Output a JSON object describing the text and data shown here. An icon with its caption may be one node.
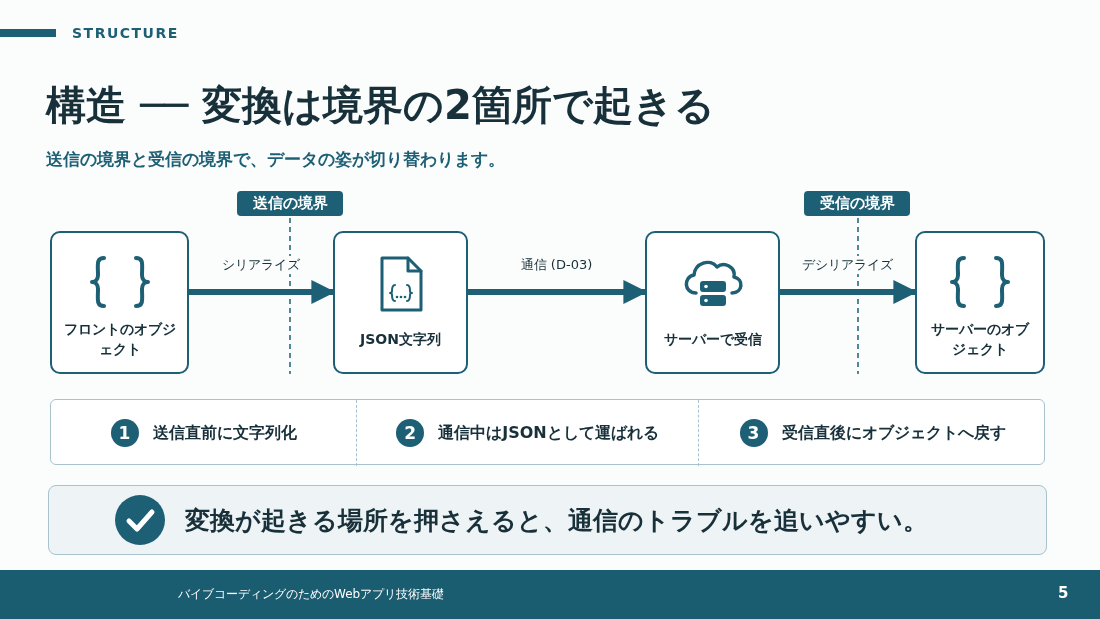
{
  "diagram": {
    "title": "構造 ── 変換は境界の2箇所で起きる",
    "nodes": [
      {
        "text": [
          "フロントのオブジェクト"
        ]
      },
      {
        "text": [
          "JSON文字列"
        ]
      },
      {
        "text": [
          "サーバーで受信"
        ]
      },
      {
        "text": [
          "サーバーのオブジェクト"
        ]
      },
      {
        "text": [
          "送信の境界"
        ]
      },
      {
        "text": [
          "受信の境界"
        ]
      },
      {
        "text": [],
        "shape": "box"
      },
      {
        "text": [
          "1",
          "送信直前に文字列化"
        ],
        "in": 6
      },
      {
        "text": [
          "2",
          "通信中はJSONとして運ばれる"
        ],
        "in": 6
      },
      {
        "text": [
          "3",
          "受信直後にオブジェクトへ戻す"
        ],
        "in": 6
      },
      {
        "text": [
          "変換が起きる場所を押さえると、通信のトラブルを追いやすい。"
        ]
      }
    ],
    "edges": [
      {
        "from": 0,
        "to": 1,
        "arrow": "to",
        "label": "シリアライズ"
      },
      {
        "from": 1,
        "to": 2,
        "arrow": "to",
        "label": "通信 (D-03)"
      },
      {
        "from": 2,
        "to": 3,
        "arrow": "to",
        "label": "デシリアライズ"
      }
    ],
    "labels": [
      "STRUCTURE",
      "送信の境界と受信の境界で、データの姿が切り替わります。",
      "バイブコーディングのためのWebアプリ技術基礎",
      "5"
    ]
  }
}
